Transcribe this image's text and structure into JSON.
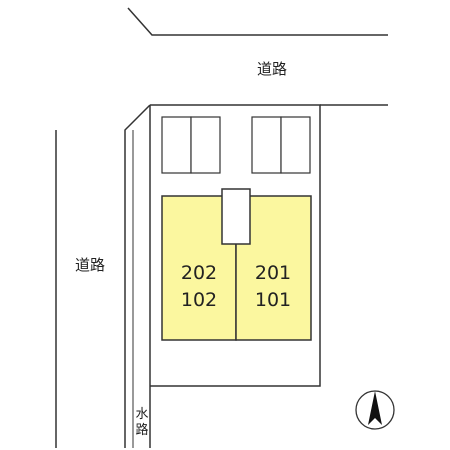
{
  "roads": {
    "top_label": "道路",
    "left_label": "道路",
    "waterway_char1": "水",
    "waterway_char2": "路"
  },
  "buildings": {
    "left_upper": "202",
    "left_lower": "102",
    "right_upper": "201",
    "right_lower": "101"
  },
  "colors": {
    "building_fill": "#fbf79f",
    "line": "#333333"
  },
  "compass_icon": "north-arrow-icon"
}
